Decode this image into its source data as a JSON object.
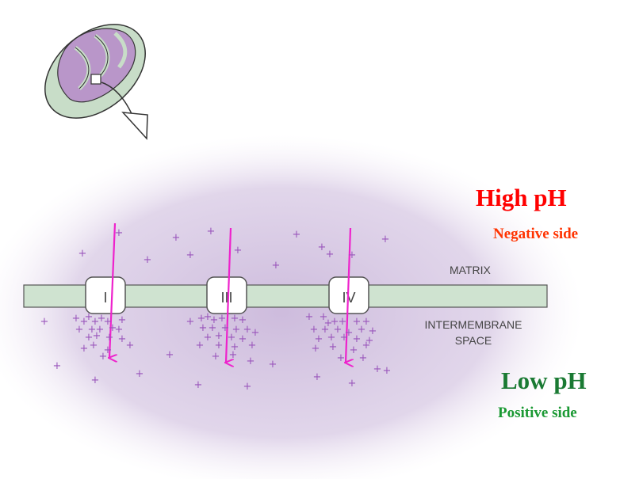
{
  "labels": {
    "high_ph": "High pH",
    "negative_side": "Negative side",
    "low_ph": "Low pH",
    "positive_side": "Positive side",
    "matrix": "MATRIX",
    "intermembrane_line1": "INTERMEMBRANE",
    "intermembrane_line2": "SPACE"
  },
  "complexes": [
    "I",
    "III",
    "IV"
  ],
  "proton_symbol": "+",
  "colors": {
    "high_ph": "#ff0000",
    "negative_side": "#ff3300",
    "low_ph": "#1a7a33",
    "positive_side": "#1a9933",
    "membrane": "#cfe3d0",
    "cloud": "#d9cce4",
    "arrow": "#ee22cc",
    "proton": "#9955bb",
    "mitochondrion_outer": "#c8ddc8",
    "mitochondrion_inner": "#b996c9"
  },
  "icons": [
    "mitochondrion-icon",
    "zoom-arrow-icon"
  ]
}
